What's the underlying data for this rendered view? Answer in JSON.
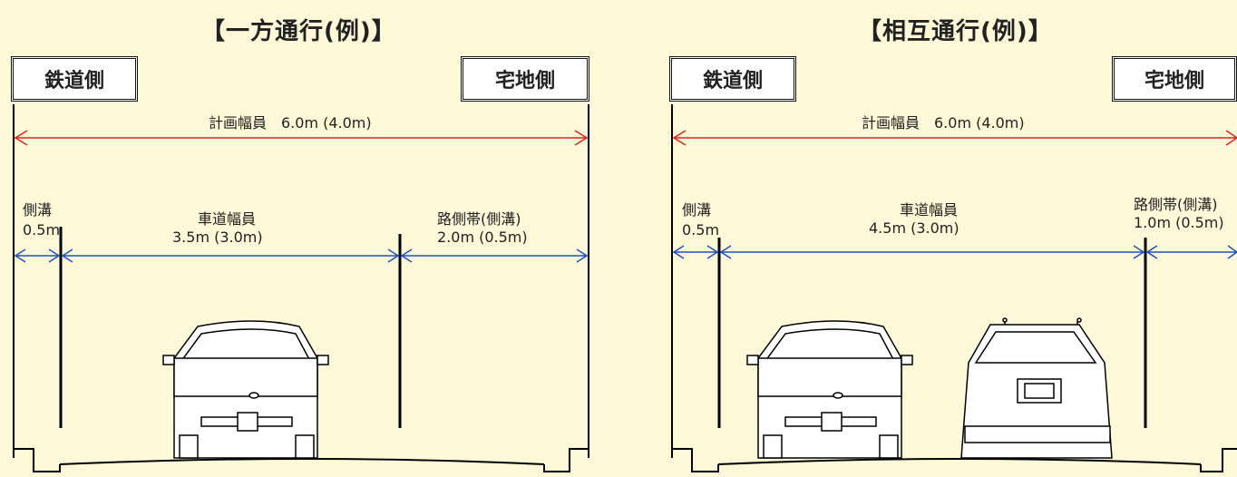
{
  "left": {
    "title": "【一方通行(例)】",
    "railway_side": "鉄道側",
    "residential_side": "宅地側",
    "plan_width": "計画幅員　6.0m (4.0m)",
    "gutter_label": "側溝",
    "gutter_value": "0.5m",
    "carriageway_label": "車道幅員",
    "carriageway_value": "3.5m (3.0m)",
    "shoulder_label": "路側帯(側溝)",
    "shoulder_value": "2.0m (0.5m)"
  },
  "right": {
    "title": "【相互通行(例)】",
    "railway_side": "鉄道側",
    "residential_side": "宅地側",
    "plan_width": "計画幅員　6.0m (4.0m)",
    "gutter_label": "側溝",
    "gutter_value": "0.5m",
    "carriageway_label": "車道幅員",
    "carriageway_value": "4.5m (3.0m)",
    "shoulder_label": "路側帯(側溝)",
    "shoulder_value": "1.0m (0.5m)"
  },
  "colors": {
    "background": "#fdf8d8",
    "plan_width_arrow": "#e02020",
    "lane_arrow": "#2050c0"
  },
  "icons": [
    "car-front-icon",
    "car-rear-icon"
  ]
}
